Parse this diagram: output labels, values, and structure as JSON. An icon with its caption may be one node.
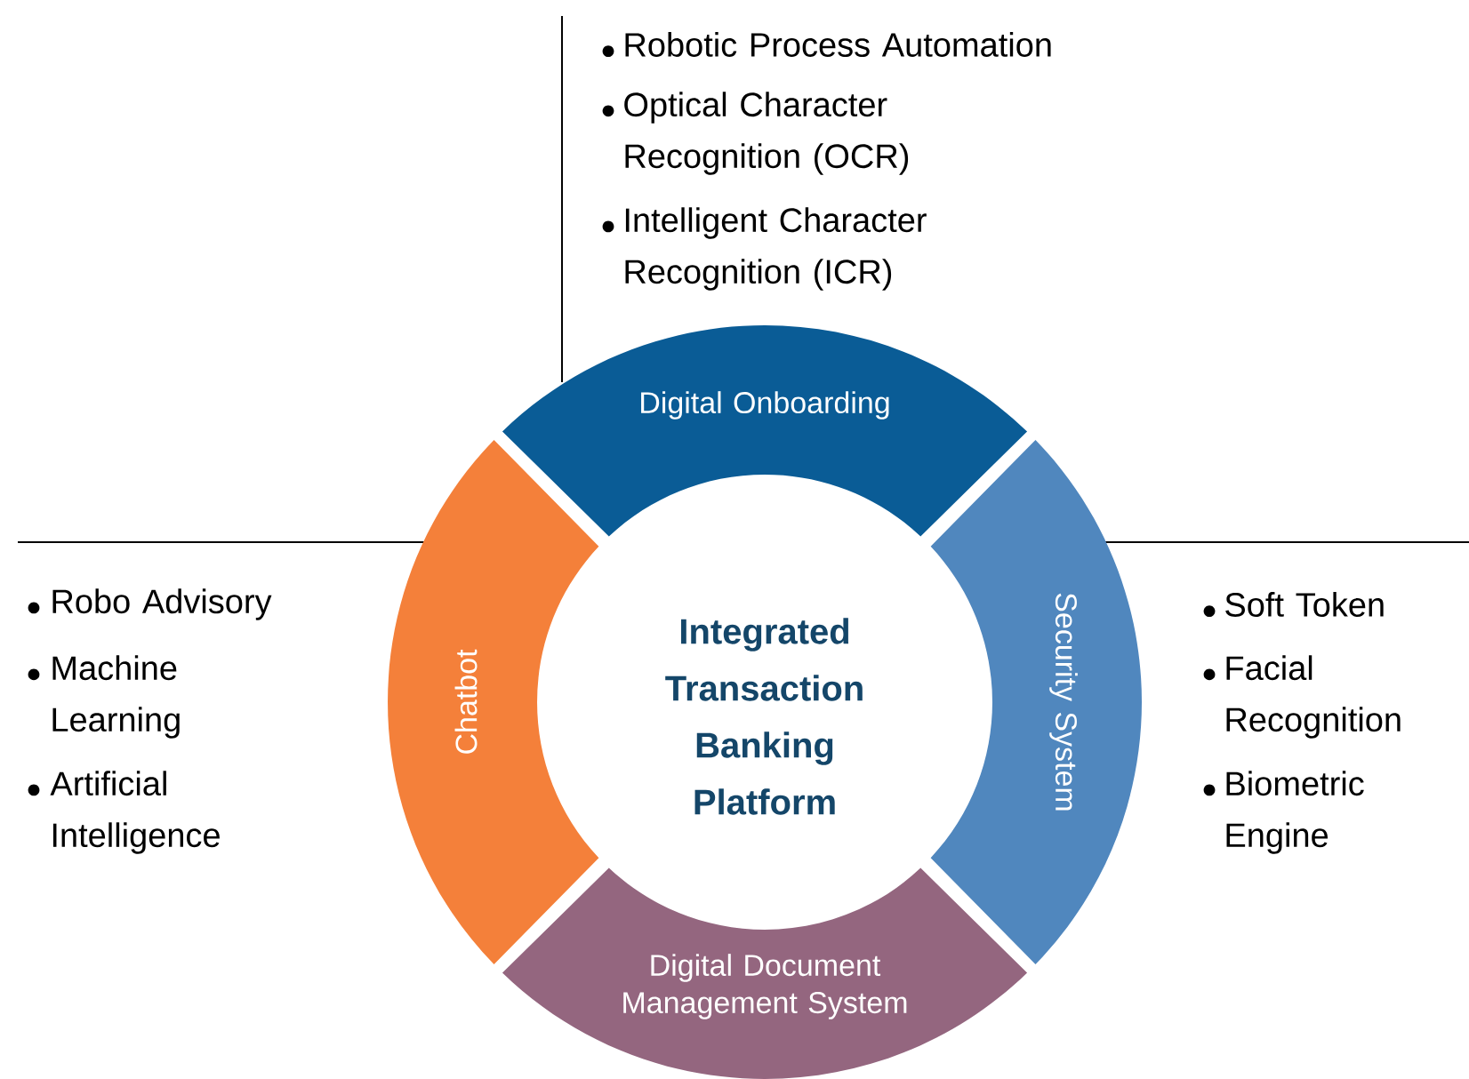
{
  "diagram": {
    "nodes": [
      {
        "text": [
          "Integrated Transaction Banking Platform"
        ]
      },
      {
        "text": [
          "Digital Onboarding"
        ]
      },
      {
        "text": [
          "Security System"
        ]
      },
      {
        "text": [
          "Digital Document Management System"
        ]
      },
      {
        "text": [
          "Chatbot"
        ]
      }
    ],
    "labels": [
      "Robotic Process Automation",
      "Optical Character Recognition (OCR)",
      "Intelligent Character Recognition (ICR)",
      "Robo Advisory",
      "Machine Learning",
      "Artificial Intelligence",
      "Soft Token",
      "Facial Recognition",
      "Biometric Engine"
    ]
  }
}
